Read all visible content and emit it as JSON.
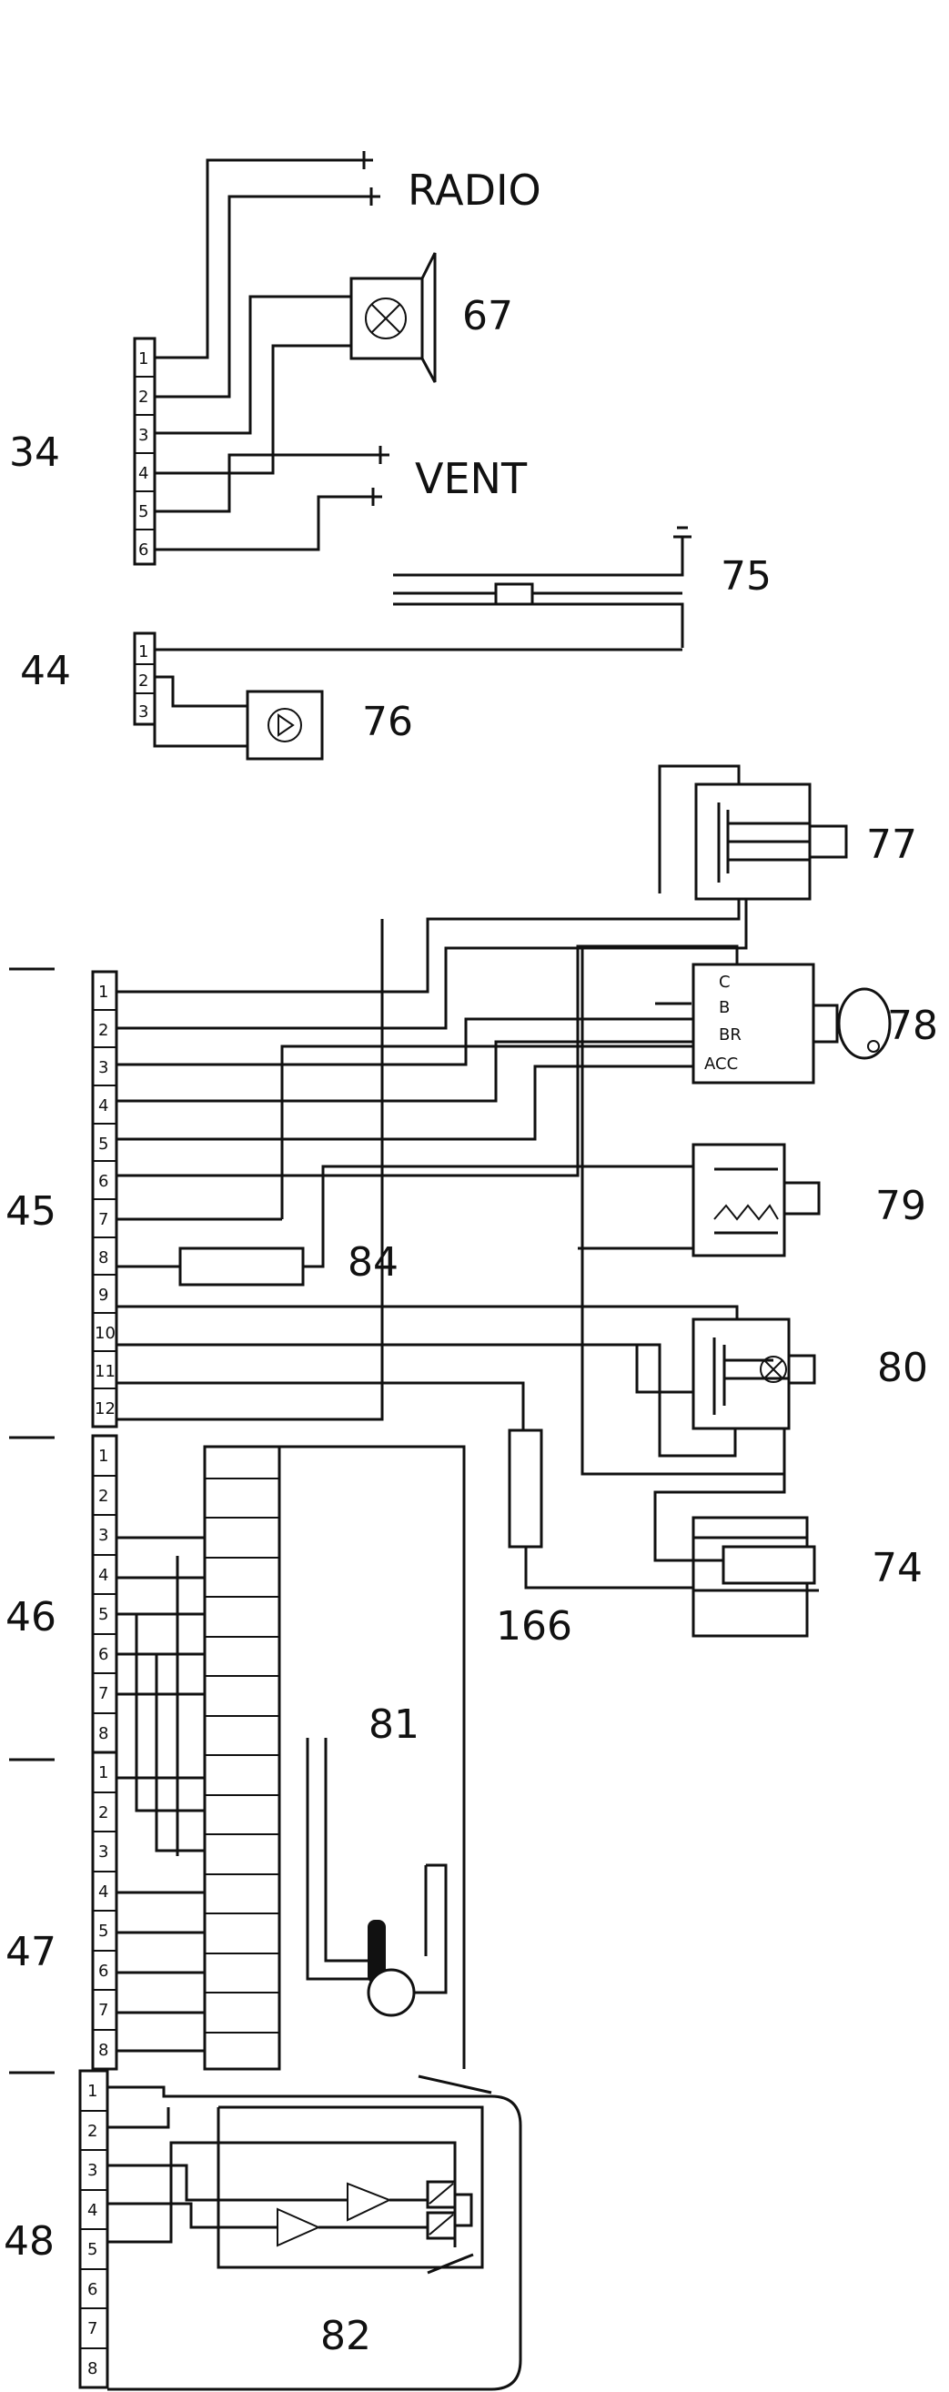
{
  "labels": {
    "radio": "RADIO",
    "vent": "VENT",
    "c34": "34",
    "c44": "44",
    "c45": "45",
    "c46": "46",
    "c47": "47",
    "c48": "48",
    "c67": "67",
    "c74": "74",
    "c75": "75",
    "c76": "76",
    "c77": "77",
    "c78": "78",
    "c79": "79",
    "c80": "80",
    "c81": "81",
    "c82": "82",
    "c84": "84",
    "c166": "166"
  },
  "switch78": {
    "c": "C",
    "b": "B",
    "br": "BR",
    "acc": "ACC"
  },
  "connectors": {
    "c34": [
      "1",
      "2",
      "3",
      "4",
      "5",
      "6"
    ],
    "c44": [
      "1",
      "2",
      "3"
    ],
    "c45": [
      "1",
      "2",
      "3",
      "4",
      "5",
      "6",
      "7",
      "8",
      "9",
      "10",
      "11",
      "12"
    ],
    "c46": [
      "1",
      "2",
      "3",
      "4",
      "5",
      "6",
      "7",
      "8"
    ],
    "c47": [
      "1",
      "2",
      "3",
      "4",
      "5",
      "6",
      "7",
      "8"
    ],
    "c48": [
      "1",
      "2",
      "3",
      "4",
      "5",
      "6",
      "7",
      "8"
    ]
  }
}
